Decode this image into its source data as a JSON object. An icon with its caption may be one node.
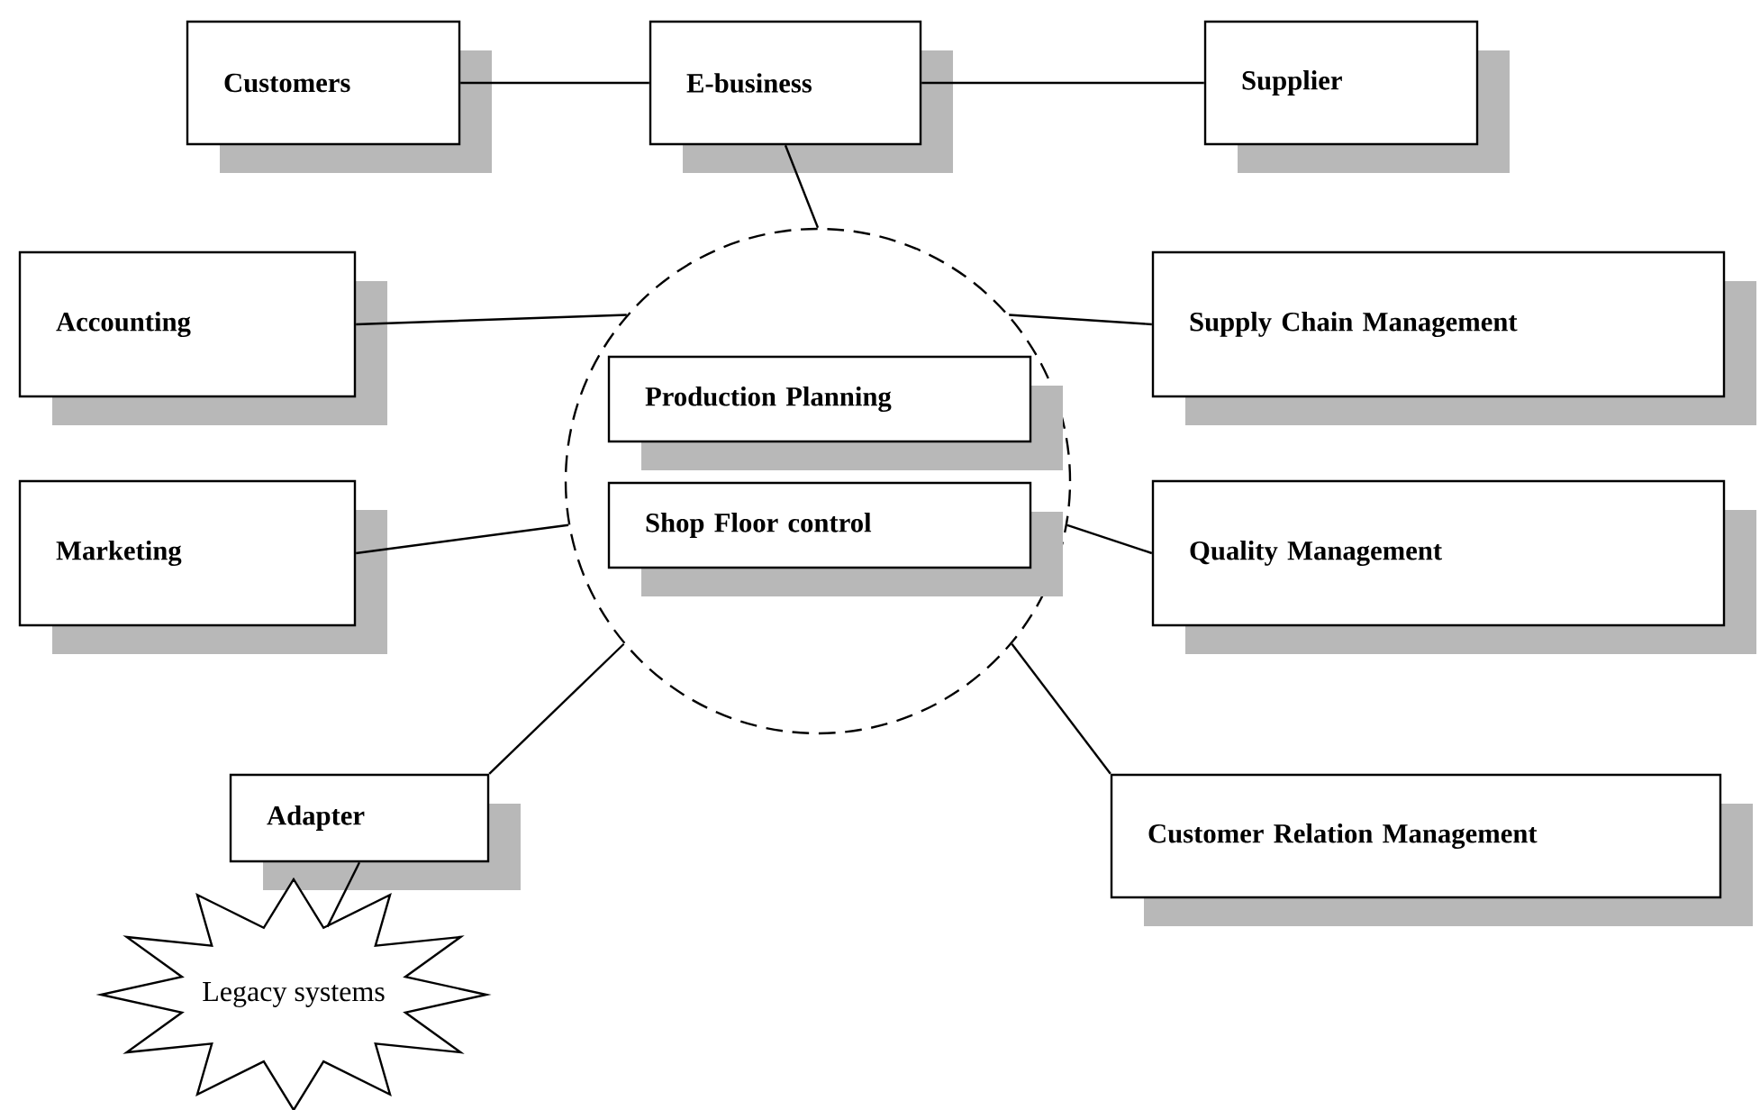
{
  "diagram": {
    "nodes": [
      {
        "text": [
          "Customers"
        ]
      },
      {
        "text": [
          "E-business"
        ]
      },
      {
        "text": [
          "Supplier"
        ]
      },
      {
        "text": [
          "Accounting"
        ]
      },
      {
        "text": [
          "Supply Chain Management"
        ]
      },
      {
        "text": [],
        "shape": "circle"
      },
      {
        "text": [
          "Production Planning"
        ],
        "in": 5
      },
      {
        "text": [
          "Shop Floor control"
        ],
        "in": 5
      },
      {
        "text": [
          "Marketing"
        ]
      },
      {
        "text": [
          "Quality Management"
        ]
      },
      {
        "text": [
          "Adapter"
        ]
      },
      {
        "text": [
          "Customer Relation Management"
        ]
      },
      {
        "text": [
          "Legacy systems"
        ]
      }
    ],
    "edges": [
      {
        "from": 0,
        "to": 1,
        "arrow": "none"
      },
      {
        "from": 1,
        "to": 2,
        "arrow": "none"
      },
      {
        "from": 1,
        "to": 5,
        "arrow": "none"
      },
      {
        "from": 3,
        "to": 5,
        "arrow": "none"
      },
      {
        "from": 5,
        "to": 4,
        "arrow": "none"
      },
      {
        "from": 8,
        "to": 5,
        "arrow": "none"
      },
      {
        "from": 5,
        "to": 9,
        "arrow": "none"
      },
      {
        "from": 10,
        "to": 5,
        "arrow": "none"
      },
      {
        "from": 5,
        "to": 11,
        "arrow": "none"
      },
      {
        "from": 10,
        "to": 12,
        "arrow": "none"
      }
    ]
  }
}
